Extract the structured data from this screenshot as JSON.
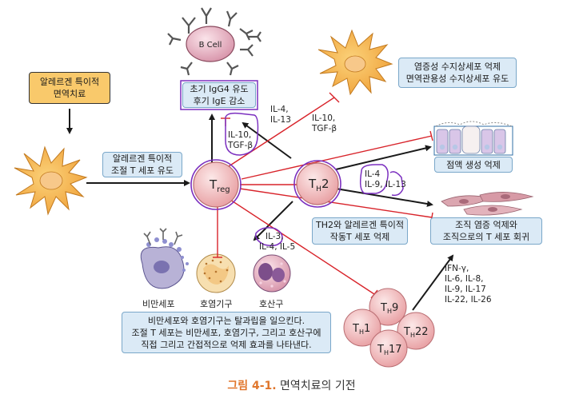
{
  "boxes": {
    "allergen_immunotherapy": [
      "알레르겐 특이적",
      "면역치료"
    ],
    "induce_treg": [
      "알레르겐 특이적",
      "조절 T 세포 유도"
    ],
    "igg4": [
      "초기 IgG4 유도",
      "후기 IgE 감소"
    ],
    "dc_suppress": [
      "염증성 수지상세포 억제",
      "면역관용성 수지상세포 유도"
    ],
    "mucus": [
      "점액 생성 억제"
    ],
    "th2_suppress": [
      "TH2와 알레르겐 특이적",
      "작동T 세포 억제"
    ],
    "tissue": [
      "조직 염증 억제와",
      "조직으로의 T 세포 회귀"
    ],
    "effector_note": [
      "비만세포와 호염기구는 탈과립을 일으킨다.",
      "조절 T 세포는 비만세포, 호염기구, 그리고 호산구에",
      "직접 그리고 간접적으로 억제 효과를 나타낸다."
    ]
  },
  "labels": {
    "b_cell": "B Cell",
    "treg_main": "T",
    "treg_sub": "reg",
    "th2_main": "T",
    "th2_sub": "H",
    "th2_num": "2",
    "il4_il13_top": [
      "IL-4,",
      "IL-13"
    ],
    "il10_tgfb_left": [
      "IL-10,",
      "TGF-β"
    ],
    "il10_tgfb_right": [
      "IL-10,",
      "TGF-β"
    ],
    "il4_il9_il13": [
      "IL-4",
      "IL-9, IL-13"
    ],
    "il3_il4_il5": [
      "IL-3,",
      "IL-4, IL-5"
    ],
    "cytokines_th": [
      "IFN-γ,",
      "IL-6, IL-8,",
      "IL-9, IL-17",
      "IL-22, IL-26"
    ],
    "mast_cell": "비만세포",
    "basophil": "호염기구",
    "eosinophil": "호산구",
    "th9": "9",
    "th1": "1",
    "th22": "22",
    "th17": "17"
  },
  "caption": {
    "number": "그림 4-1.",
    "title": "면역치료의 기전"
  },
  "colors": {
    "arrow_black": "#1a1a1a",
    "inhibit_red": "#d8232a",
    "annotation_purple": "#7b2fbf",
    "box_blue": "#dbeaf6",
    "box_orange": "#f9c96b",
    "caption_orange": "#e0762c"
  }
}
